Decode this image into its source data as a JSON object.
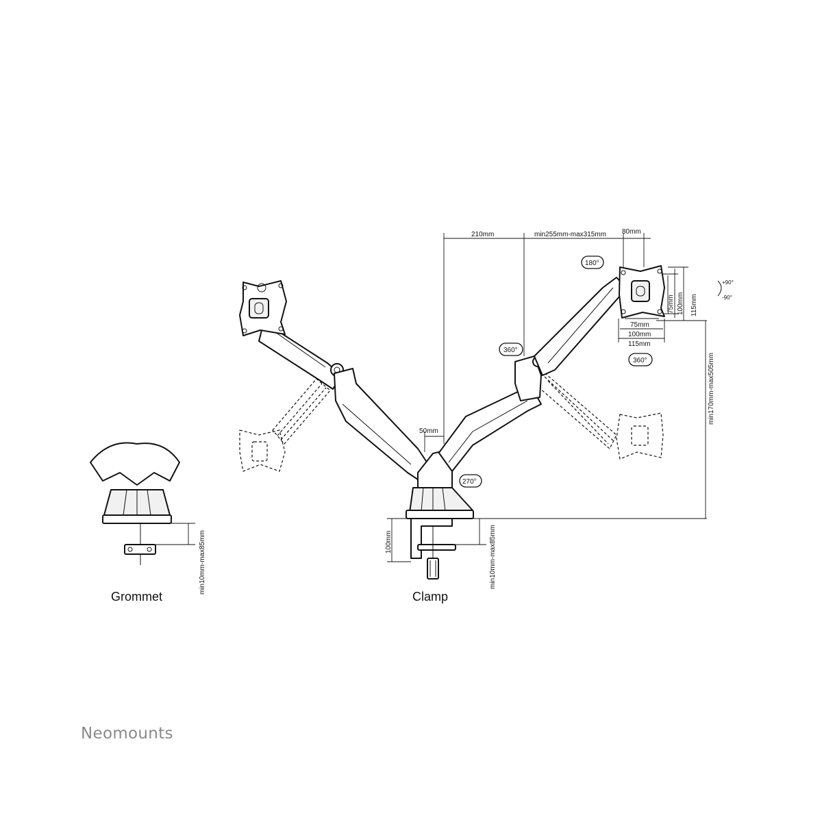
{
  "dimensions": {
    "arm_reach": "210mm",
    "upper_arm_reach": "min255mm-max315mm",
    "vesa_width_top": "80mm",
    "vesa_75_vertical": "75mm",
    "vesa_100_vertical": "100mm",
    "vesa_115_vertical": "115mm",
    "vesa_75_horizontal": "75mm",
    "vesa_100_horizontal": "100mm",
    "vesa_115_horizontal": "115mm",
    "height_range": "min170mm-max505mm",
    "pole_offset": "50mm",
    "clamp_height": "100mm",
    "clamp_desk_thickness": "min10mm-max85mm",
    "grommet_desk_thickness": "min10mm-max85mm"
  },
  "rotations": {
    "tilt_rotation": "180°",
    "swivel_arm": "360°",
    "rotation_head": "360°",
    "base_swivel": "270°",
    "tilt_up": "+90°",
    "tilt_down": "-90°"
  },
  "captions": {
    "grommet": "Grommet",
    "clamp": "Clamp"
  },
  "brand": {
    "name": "Neomounts"
  }
}
